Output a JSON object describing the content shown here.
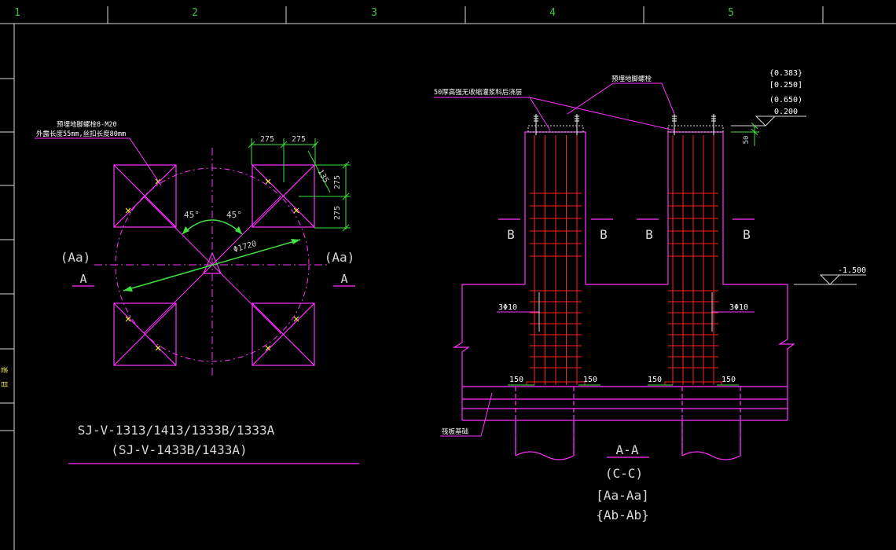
{
  "ruler": {
    "columns": [
      "1",
      "2",
      "3",
      "4",
      "5"
    ],
    "side_text": "目　录"
  },
  "plan_view": {
    "bolt_note_line1": "预埋地脚螺栓8-M20",
    "bolt_note_line2": "外露长度55mm,丝扣长度80mm",
    "dim_275_a": "275",
    "dim_275_b": "275",
    "dim_275_c": "275",
    "dim_275_d": "275",
    "dim_135": "135",
    "angle_left": "45°",
    "angle_right": "45°",
    "diameter": "Φ1720",
    "left_label_paren": "(Aa)",
    "left_label": "A",
    "right_label_paren": "(Aa)",
    "right_label": "A",
    "title_line1": "SJ-V-1313/1413/1333B/1333A",
    "title_line2": "(SJ-V-1433B/1433A)"
  },
  "section_view": {
    "bolt_label": "预埋地脚螺栓",
    "grout_note": "50厚高强无收缩灌浆料后浇层",
    "elev_1": "{0.383}",
    "elev_2": "[0.250]",
    "elev_3": "(0.650)",
    "elev_4": "0.200",
    "dim_50": "50",
    "elev_neg": "-1.500",
    "b_mark_1": "B",
    "b_mark_2": "B",
    "b_mark_3": "B",
    "b_mark_4": "B",
    "rebar_left": "3Φ10",
    "rebar_right": "3Φ10",
    "dim_150_1": "150",
    "dim_150_2": "150",
    "dim_150_3": "150",
    "dim_150_4": "150",
    "foundation_label": "筏板基础",
    "title_1": "A-A",
    "title_2": "(C-C)",
    "title_3": "[Aa-Aa]",
    "title_4": "{Ab-Ab}"
  }
}
